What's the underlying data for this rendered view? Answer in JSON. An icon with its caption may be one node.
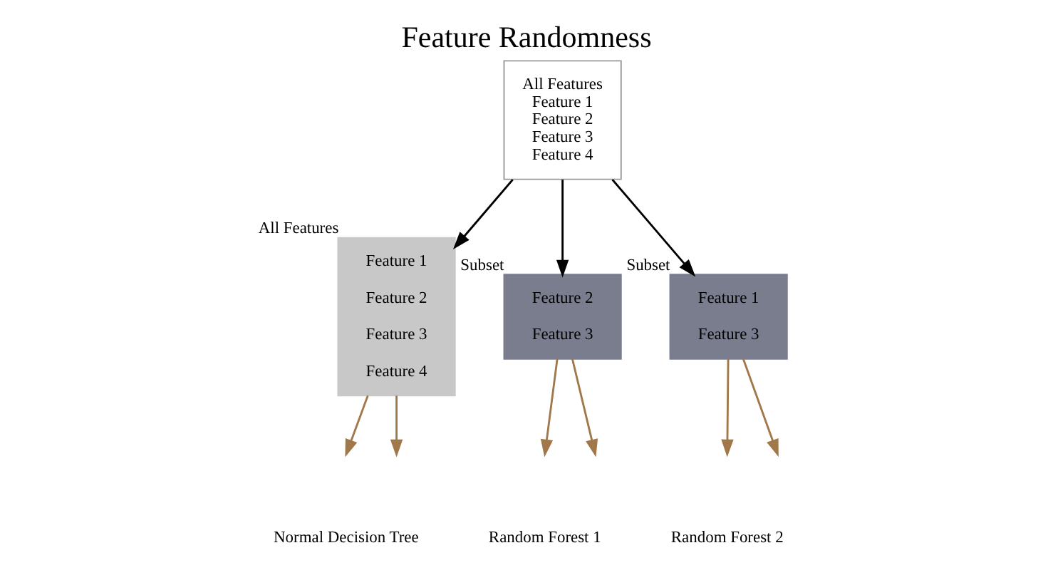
{
  "diagram": {
    "title": "Feature Randomness",
    "nodes": [
      {
        "text": [
          "All Features",
          "Feature 1",
          "Feature 2",
          "Feature 3",
          "Feature 4"
        ]
      },
      {
        "text": [
          "Feature 1",
          "Feature 2",
          "Feature 3",
          "Feature 4"
        ],
        "beside": [
          "All Features"
        ]
      },
      {
        "text": [
          "Feature 2",
          "Feature 3"
        ],
        "beside": [
          "Subset"
        ]
      },
      {
        "text": [
          "Feature 1",
          "Feature 3"
        ],
        "beside": [
          "Subset"
        ]
      }
    ],
    "edges": [
      {
        "from": 0,
        "to": 1,
        "arrow": "to",
        "color": "#000000"
      },
      {
        "from": 0,
        "to": 2,
        "arrow": "to",
        "color": "#000000"
      },
      {
        "from": 0,
        "to": 3,
        "arrow": "to",
        "color": "#000000"
      },
      {
        "from": 1,
        "to": null,
        "arrow": "to",
        "color": "#a0784a"
      },
      {
        "from": 1,
        "to": null,
        "arrow": "to",
        "color": "#a0784a"
      },
      {
        "from": 2,
        "to": null,
        "arrow": "to",
        "color": "#a0784a"
      },
      {
        "from": 2,
        "to": null,
        "arrow": "to",
        "color": "#a0784a"
      },
      {
        "from": 3,
        "to": null,
        "arrow": "to",
        "color": "#a0784a"
      },
      {
        "from": 3,
        "to": null,
        "arrow": "to",
        "color": "#a0784a"
      }
    ],
    "labels": [
      "Normal Decision Tree",
      "Random Forest 1",
      "Random Forest 2"
    ]
  }
}
